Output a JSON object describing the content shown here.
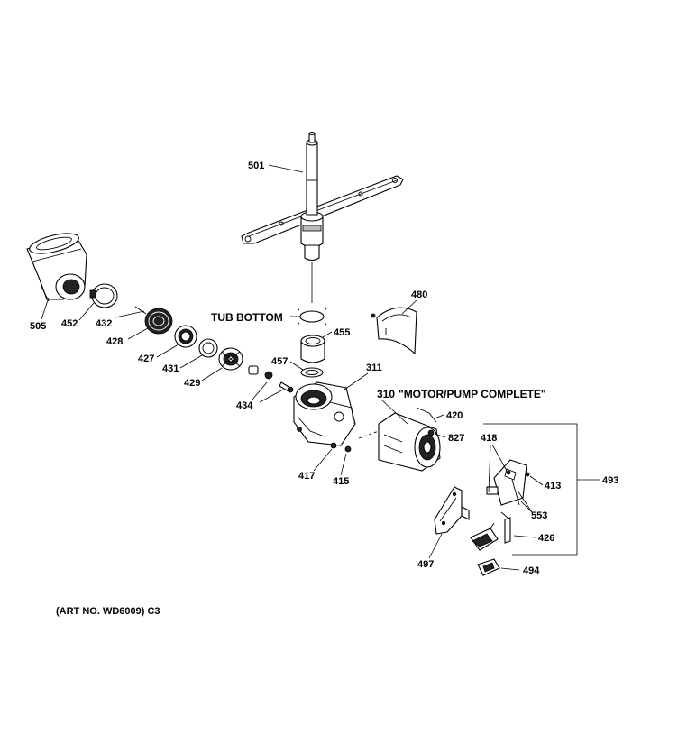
{
  "labels": {
    "p501": "501",
    "p505": "505",
    "p452": "452",
    "p432": "432",
    "p428": "428",
    "p427": "427",
    "p431": "431",
    "p429": "429",
    "p434": "434",
    "p480": "480",
    "tub_bottom": "TUB BOTTOM",
    "p455": "455",
    "p457": "457",
    "p311": "311",
    "p310": "310",
    "motor_pump": "\"MOTOR/PUMP COMPLETE\"",
    "p420": "420",
    "p827": "827",
    "p417": "417",
    "p415": "415",
    "p418": "418",
    "p413": "413",
    "p493": "493",
    "p553": "553",
    "p426": "426",
    "p497": "497",
    "p494": "494"
  },
  "art_no": "(ART NO. WD6009) C3"
}
